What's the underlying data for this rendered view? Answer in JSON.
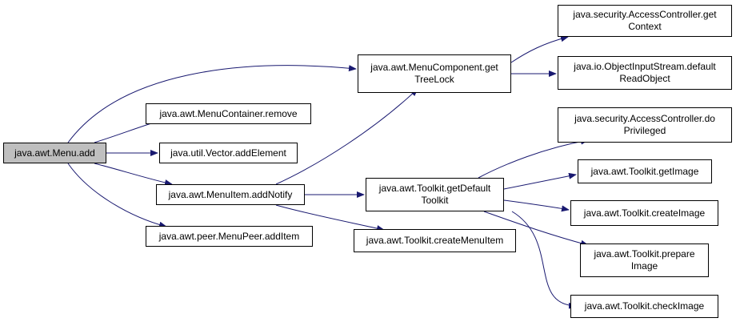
{
  "colors": {
    "edge": "#191970",
    "node_border": "#000000",
    "root_fill": "#bfbfbf",
    "node_fill": "#ffffff"
  },
  "nodes": {
    "menu_add": {
      "lines": [
        "java.awt.Menu.add"
      ]
    },
    "menucomp_gettree": {
      "lines": [
        "java.awt.MenuComponent.get",
        "TreeLock"
      ]
    },
    "menucont_remove": {
      "lines": [
        "java.awt.MenuContainer.remove"
      ]
    },
    "vector_add": {
      "lines": [
        "java.util.Vector.addElement"
      ]
    },
    "menuitem_notify": {
      "lines": [
        "java.awt.MenuItem.addNotify"
      ]
    },
    "menupeer_additem": {
      "lines": [
        "java.awt.peer.MenuPeer.addItem"
      ]
    },
    "ac_getcontext": {
      "lines": [
        "java.security.AccessController.get",
        "Context"
      ]
    },
    "ois_default": {
      "lines": [
        "java.io.ObjectInputStream.default",
        "ReadObject"
      ]
    },
    "tk_getdefault": {
      "lines": [
        "java.awt.Toolkit.getDefault",
        "Toolkit"
      ]
    },
    "tk_createmenu": {
      "lines": [
        "java.awt.Toolkit.createMenuItem"
      ]
    },
    "ac_doprivileged": {
      "lines": [
        "java.security.AccessController.do",
        "Privileged"
      ]
    },
    "tk_getimage": {
      "lines": [
        "java.awt.Toolkit.getImage"
      ]
    },
    "tk_createimage": {
      "lines": [
        "java.awt.Toolkit.createImage"
      ]
    },
    "tk_prepare": {
      "lines": [
        "java.awt.Toolkit.prepare",
        "Image"
      ]
    },
    "tk_checkimage": {
      "lines": [
        "java.awt.Toolkit.checkImage"
      ]
    }
  },
  "edges": [
    [
      "menu_add",
      "menucomp_gettree"
    ],
    [
      "menu_add",
      "menucont_remove"
    ],
    [
      "menu_add",
      "vector_add"
    ],
    [
      "menu_add",
      "menuitem_notify"
    ],
    [
      "menu_add",
      "menupeer_additem"
    ],
    [
      "menucomp_gettree",
      "ac_getcontext"
    ],
    [
      "menucomp_gettree",
      "ois_default"
    ],
    [
      "menuitem_notify",
      "menucomp_gettree"
    ],
    [
      "menuitem_notify",
      "tk_getdefault"
    ],
    [
      "menuitem_notify",
      "tk_createmenu"
    ],
    [
      "tk_getdefault",
      "ac_doprivileged"
    ],
    [
      "tk_getdefault",
      "tk_getimage"
    ],
    [
      "tk_getdefault",
      "tk_createimage"
    ],
    [
      "tk_getdefault",
      "tk_prepare"
    ],
    [
      "tk_getdefault",
      "tk_checkimage"
    ]
  ]
}
